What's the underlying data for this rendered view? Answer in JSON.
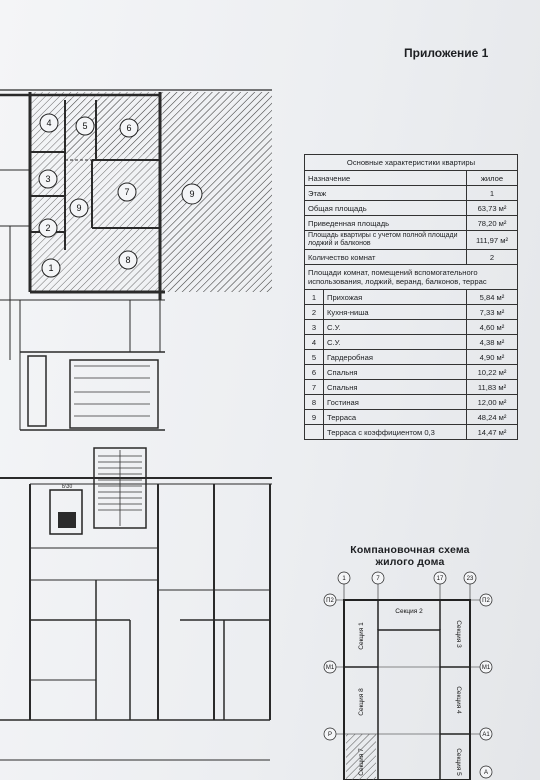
{
  "annex_title": "Приложение 1",
  "table": {
    "caption": "Основные характеристики квартиры",
    "header": {
      "name": "Назначение",
      "value": "жилое"
    },
    "rows": [
      {
        "label": "Этаж",
        "value": "1"
      },
      {
        "label": "Общая площадь",
        "value": "63,73 м²"
      },
      {
        "label": "Приведенная площадь",
        "value": "78,20 м²"
      },
      {
        "label": "Площадь квартиры с учетом полной площади лоджий и балконов",
        "value": "111,97 м²"
      },
      {
        "label": "Количество комнат",
        "value": "2"
      }
    ],
    "rooms_caption": "Площади комнат, помещений вспомогательного использования, лоджий, веранд, балконов, террас",
    "rooms": [
      {
        "num": "1",
        "name": "Прихожая",
        "area": "5,84 м²"
      },
      {
        "num": "2",
        "name": "Кухня-ниша",
        "area": "7,33 м²"
      },
      {
        "num": "3",
        "name": "С.У.",
        "area": "4,60 м²"
      },
      {
        "num": "4",
        "name": "С.У.",
        "area": "4,38 м²"
      },
      {
        "num": "5",
        "name": "Гардеробная",
        "area": "4,90 м²"
      },
      {
        "num": "6",
        "name": "Спальня",
        "area": "10,22 м²"
      },
      {
        "num": "7",
        "name": "Спальня",
        "area": "11,83 м²"
      },
      {
        "num": "8",
        "name": "Гостиная",
        "area": "12,00 м²"
      },
      {
        "num": "9",
        "name": "Терраса",
        "area": "48,24 м²"
      }
    ],
    "terrace_coef": {
      "label": "Терраса с коэффициентом 0,3",
      "value": "14,47 м²"
    }
  },
  "scheme": {
    "title_line1": "Компановочная схема",
    "title_line2": "жилого дома",
    "axes_top": [
      "1",
      "7",
      "17",
      "23"
    ],
    "axes_left": [
      "П2",
      "М1",
      "Р"
    ],
    "axes_right": [
      "П2",
      "М1",
      "А1",
      "А"
    ],
    "sections": [
      "Секция 1",
      "Секция 2",
      "Секция 3",
      "Секция 4",
      "Секция 5",
      "Секция 7",
      "Секция 8"
    ]
  },
  "plan": {
    "room_numbers": [
      "1",
      "2",
      "3",
      "4",
      "5",
      "6",
      "7",
      "8",
      "9"
    ],
    "elevator_label": "Б\\30"
  }
}
